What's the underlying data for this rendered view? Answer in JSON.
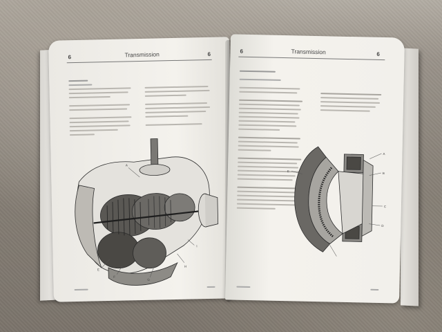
{
  "book": {
    "left_page": {
      "section_number": "6",
      "header_title": "Transmission",
      "header_right_number": "6"
    },
    "right_page": {
      "section_number": "6",
      "header_title": "Transmission",
      "header_right_number": "6"
    }
  },
  "diagram_labels_right": [
    "A",
    "B",
    "C",
    "D",
    "E"
  ]
}
